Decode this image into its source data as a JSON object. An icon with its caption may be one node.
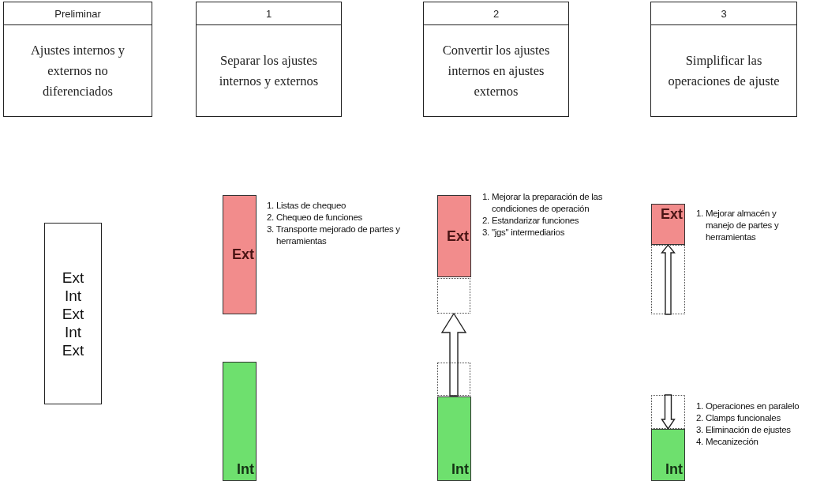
{
  "diagram": {
    "nodes": [
      {
        "text": [
          "Preliminar"
        ]
      },
      {
        "text": [
          "Ajustes internos y externos no diferenciados"
        ]
      },
      {
        "text": [
          "Ext",
          "Int",
          "Ext",
          "Int",
          "Ext"
        ]
      },
      {
        "text": [
          "1"
        ]
      },
      {
        "text": [
          "Separar los ajustes internos y externos"
        ]
      },
      {
        "text": [
          "Ext"
        ],
        "beside": [
          "1. Listas de chequeo",
          "2. Chequeo de funciones",
          "3. Transporte mejorado de partes y herramientas"
        ]
      },
      {
        "text": [
          "Int"
        ]
      },
      {
        "text": [
          "2"
        ]
      },
      {
        "text": [
          "Convertir los ajustes internos en ajustes externos"
        ]
      },
      {
        "text": [
          "Ext"
        ],
        "beside": [
          "1. Mejorar la preparación de las condiciones de operación",
          "2. Estandarizar funciones",
          "3. \"jgs\" intermediarios"
        ]
      },
      {
        "text": [],
        "shape": "box"
      },
      {
        "text": [],
        "shape": "box"
      },
      {
        "text": [
          "Int"
        ]
      },
      {
        "text": [
          "3"
        ]
      },
      {
        "text": [
          "Simplificar las operaciones de ajuste"
        ]
      },
      {
        "text": [
          "Ext"
        ],
        "beside": [
          "1. Mejorar almacén y manejo de partes y herramientas"
        ]
      },
      {
        "text": [],
        "shape": "box"
      },
      {
        "text": [],
        "shape": "box"
      },
      {
        "text": [
          "Int"
        ],
        "beside": [
          "1. Operaciones en paralelo",
          "2. Clamps funcionales",
          "3. Eliminación de ejustes",
          "4. Mecanizeción"
        ]
      }
    ],
    "edges": [
      {
        "from": 11,
        "to": 10,
        "arrow": "to"
      },
      {
        "from": 16,
        "to": 15,
        "arrow": "to"
      },
      {
        "from": 17,
        "to": 18,
        "arrow": "to"
      }
    ]
  }
}
